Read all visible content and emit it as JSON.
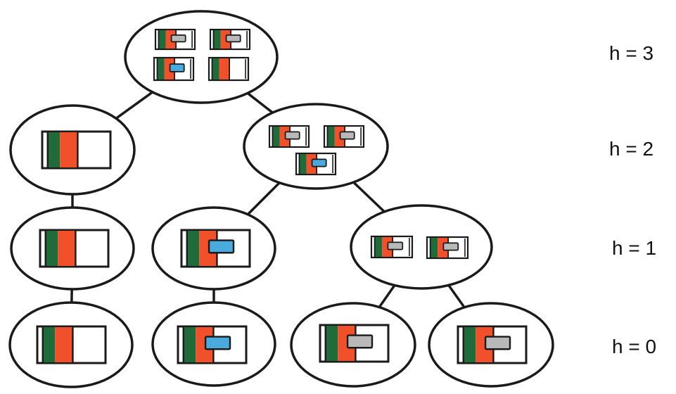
{
  "colors": {
    "stroke": "#1a1a1a",
    "green": "#1f6b3a",
    "orange": "#f0502a",
    "gray": "#b9b9b9",
    "blue": "#4aa9dd",
    "background": "#ffffff"
  },
  "levels": [
    {
      "label": "h = 3",
      "height": 3
    },
    {
      "label": "h = 2",
      "height": 2
    },
    {
      "label": "h = 1",
      "height": 1
    },
    {
      "label": "h = 0",
      "height": 0
    }
  ],
  "nodes": [
    {
      "id": "root",
      "height": 3,
      "contents": [
        "gray",
        "gray",
        "blue",
        "none"
      ]
    },
    {
      "id": "h2-left",
      "height": 2,
      "contents": [
        "none"
      ]
    },
    {
      "id": "h2-right",
      "height": 2,
      "contents": [
        "gray",
        "gray",
        "blue"
      ]
    },
    {
      "id": "h1-a",
      "height": 1,
      "contents": [
        "none"
      ]
    },
    {
      "id": "h1-b",
      "height": 1,
      "contents": [
        "blue"
      ]
    },
    {
      "id": "h1-c",
      "height": 1,
      "contents": [
        "gray",
        "gray"
      ]
    },
    {
      "id": "h0-a",
      "height": 0,
      "contents": [
        "none"
      ]
    },
    {
      "id": "h0-b",
      "height": 0,
      "contents": [
        "blue"
      ]
    },
    {
      "id": "h0-c",
      "height": 0,
      "contents": [
        "gray"
      ]
    },
    {
      "id": "h0-d",
      "height": 0,
      "contents": [
        "gray"
      ]
    }
  ],
  "edges": [
    [
      "root",
      "h2-left"
    ],
    [
      "root",
      "h2-right"
    ],
    [
      "h2-left",
      "h1-a"
    ],
    [
      "h2-right",
      "h1-b"
    ],
    [
      "h2-right",
      "h1-c"
    ],
    [
      "h1-a",
      "h0-a"
    ],
    [
      "h1-b",
      "h0-b"
    ],
    [
      "h1-c",
      "h0-c"
    ],
    [
      "h1-c",
      "h0-d"
    ]
  ]
}
